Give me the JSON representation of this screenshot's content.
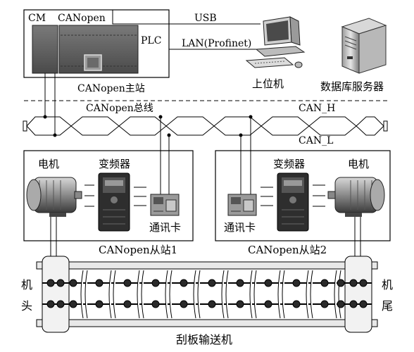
{
  "master": {
    "cm_label": "CM",
    "canopen_label": "CANopen",
    "plc_label": "PLC",
    "caption": "CANopen主站"
  },
  "links": {
    "usb": "USB",
    "lan": "LAN(Profinet)"
  },
  "host_pc": {
    "label": "上位机"
  },
  "db_server": {
    "label": "数据库服务器"
  },
  "bus": {
    "label": "CANopen总线",
    "can_h": "CAN_H",
    "can_l": "CAN_L"
  },
  "slave1": {
    "motor_label": "电机",
    "inverter_label": "变频器",
    "comm_card_label": "通讯卡",
    "caption": "CANopen从站1"
  },
  "slave2": {
    "motor_label": "电机",
    "inverter_label": "变频器",
    "comm_card_label": "通讯卡",
    "caption": "CANopen从站2"
  },
  "conveyor": {
    "head_label_1": "机",
    "head_label_2": "头",
    "tail_label_1": "机",
    "tail_label_2": "尾",
    "caption": "刮板输送机"
  }
}
